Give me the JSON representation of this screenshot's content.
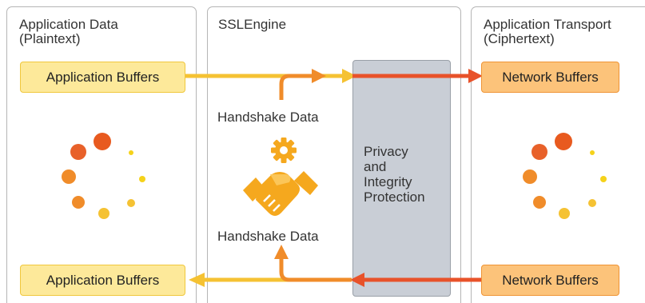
{
  "panels": {
    "left_title": "Application Data\n(Plaintext)",
    "middle_title": "SSLEngine",
    "right_title": "Application Transport\n(Ciphertext)"
  },
  "buffers": {
    "app_top": "Application Buffers",
    "app_bottom": "Application Buffers",
    "net_top": "Network Buffers",
    "net_bottom": "Network Buffers"
  },
  "handshake": {
    "top_label": "Handshake Data",
    "bottom_label": "Handshake Data"
  },
  "privacy_label": "Privacy\nand\nIntegrity\nProtection",
  "colors": {
    "arrow_yellow": "#f5b830",
    "arrow_orange": "#f08c2a",
    "arrow_red": "#e8522a",
    "app_buffer_fill": "#fde99a",
    "network_buffer_fill": "#fcc37a",
    "privacy_fill": "#c9ced6",
    "icon_orange": "#f5a81e"
  },
  "icons": {
    "gear": "gear-icon",
    "handshake": "handshake-icon",
    "spinner": "activity-spinner-icon"
  }
}
